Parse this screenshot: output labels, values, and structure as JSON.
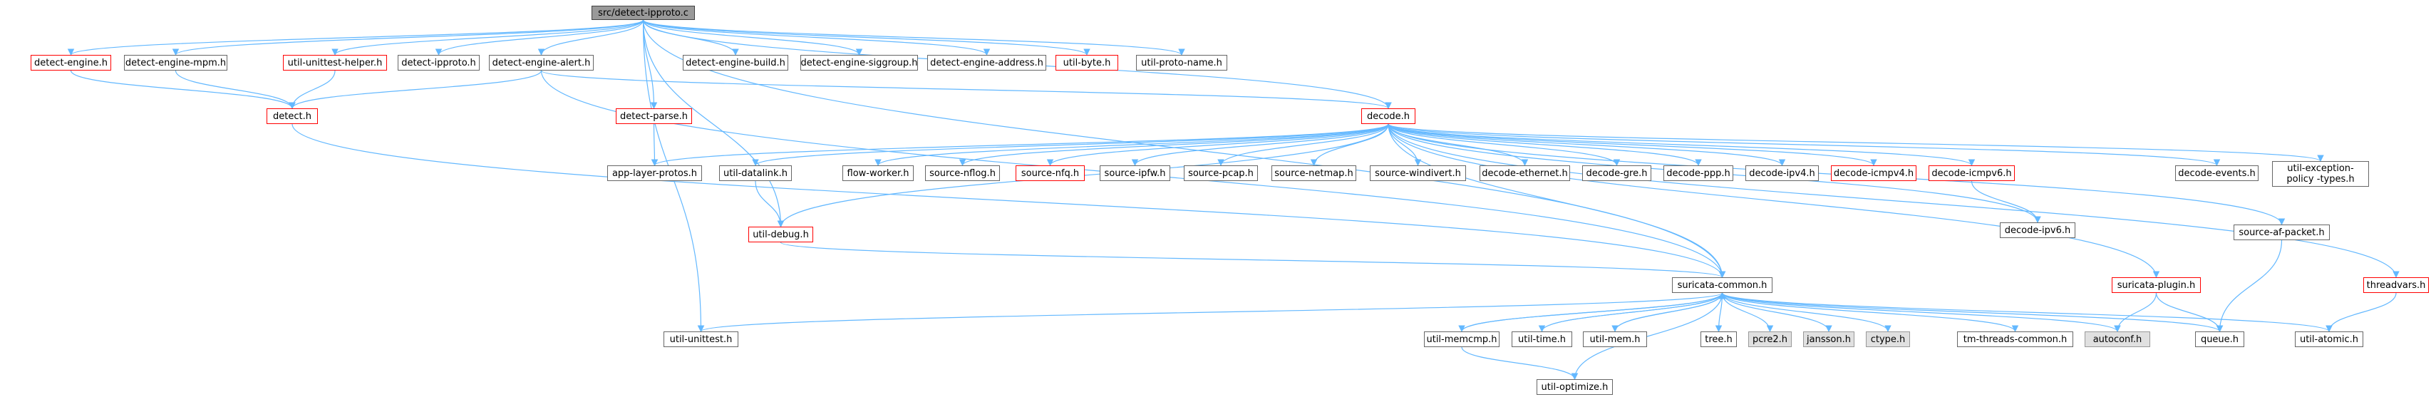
{
  "colors": {
    "edge": "#63b8ff",
    "root_fill": "#999999",
    "node_border": "#666666",
    "missing_border": "#ff0000",
    "system_fill": "#e0e0e0"
  },
  "nodes": {
    "root": "src/detect-ipproto.c",
    "detect_engine": "detect-engine.h",
    "detect_engine_mpm": "detect-engine-mpm.h",
    "util_unittest_helper": "util-unittest-helper.h",
    "detect_ipproto": "detect-ipproto.h",
    "detect_engine_alert": "detect-engine-alert.h",
    "detect_engine_build": "detect-engine-build.h",
    "detect_engine_siggroup": "detect-engine-siggroup.h",
    "detect_engine_address": "detect-engine-address.h",
    "util_byte": "util-byte.h",
    "util_proto_name": "util-proto-name.h",
    "detect": "detect.h",
    "detect_parse": "detect-parse.h",
    "decode": "decode.h",
    "app_layer_protos": "app-layer-protos.h",
    "util_datalink": "util-datalink.h",
    "flow_worker": "flow-worker.h",
    "source_nflog": "source-nflog.h",
    "source_nfq": "source-nfq.h",
    "source_ipfw": "source-ipfw.h",
    "source_pcap": "source-pcap.h",
    "source_netmap": "source-netmap.h",
    "source_windivert": "source-windivert.h",
    "decode_ethernet": "decode-ethernet.h",
    "decode_gre": "decode-gre.h",
    "decode_ppp": "decode-ppp.h",
    "decode_ipv4": "decode-ipv4.h",
    "decode_icmpv4": "decode-icmpv4.h",
    "decode_icmpv6": "decode-icmpv6.h",
    "decode_events": "decode-events.h",
    "util_exception_policy_types": "util-exception-policy -types.h",
    "decode_ipv6": "decode-ipv6.h",
    "source_af_packet": "source-af-packet.h",
    "util_debug": "util-debug.h",
    "threadvars": "threadvars.h",
    "suricata_common": "suricata-common.h",
    "suricata_plugin": "suricata-plugin.h",
    "util_unittest": "util-unittest.h",
    "util_memcmp": "util-memcmp.h",
    "util_time": "util-time.h",
    "util_mem": "util-mem.h",
    "util_atomic": "util-atomic.h",
    "tree": "tree.h",
    "pcre2": "pcre2.h",
    "jansson": "jansson.h",
    "ctype": "ctype.h",
    "tm_threads_common": "tm-threads-common.h",
    "autoconf": "autoconf.h",
    "queue": "queue.h",
    "util_optimize": "util-optimize.h"
  }
}
